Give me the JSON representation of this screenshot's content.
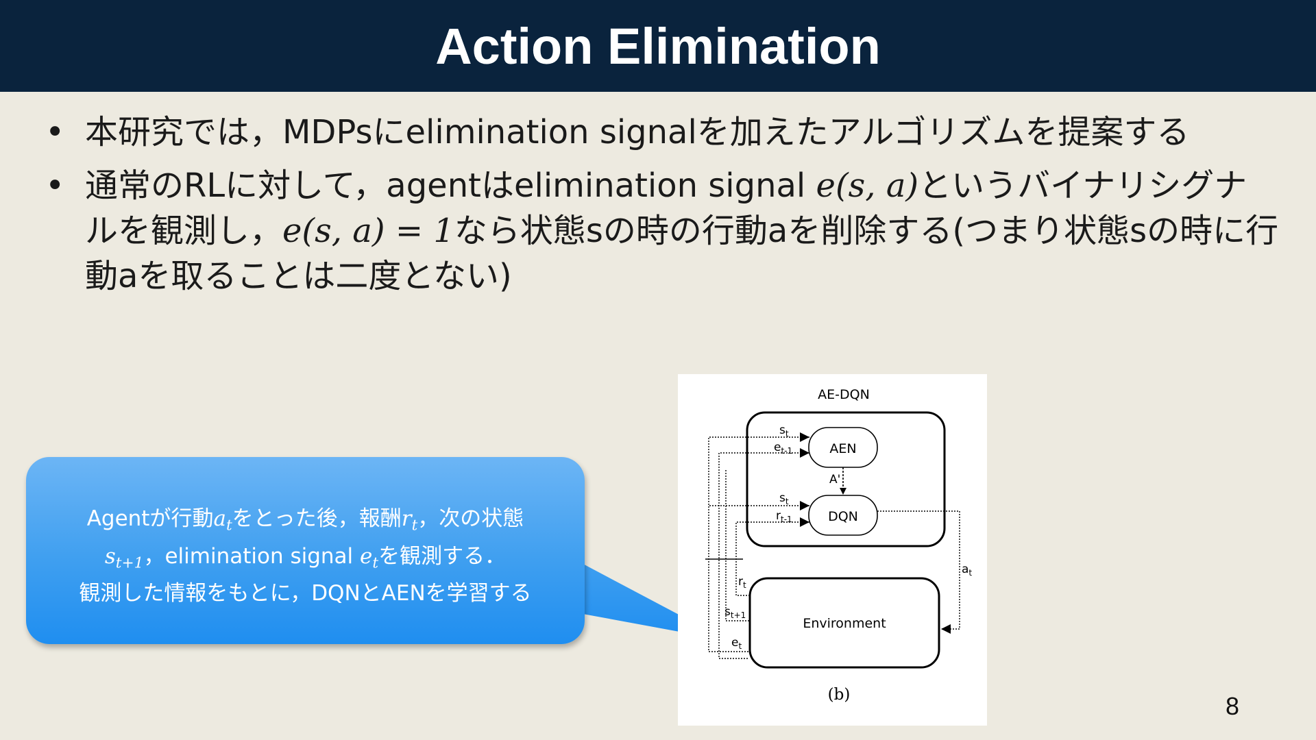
{
  "slide": {
    "title": "Action Elimination",
    "page_number": "8"
  },
  "bullets": {
    "b1": "本研究では，MDPsにelimination signalを加えたアルゴリズムを提案する",
    "b2_pre": "通常のRLに対して，agentはelimination signal ",
    "b2_math1": "e(s, a)",
    "b2_mid": "というバイナリシグナルを観測し，",
    "b2_math2": "e(s, a) = 1",
    "b2_post": "なら状態sの時の行動aを削除する(つまり状態sの時に行動aを取ることは二度とない)"
  },
  "callout": {
    "l1_a": "Agentが行動",
    "l1_m": "a",
    "l1_ms": "t",
    "l1_b": "をとった後，報酬",
    "l1_m2": "r",
    "l1_m2s": "t",
    "l1_c": "，次の状態",
    "l2_m": "s",
    "l2_ms": "t+1",
    "l2_a": "，elimination signal ",
    "l2_m2": "e",
    "l2_m2s": "t",
    "l2_b": "を観測する．",
    "l3": "観測した情報をもとに，DQNとAENを学習する"
  },
  "figure": {
    "title": "AE-DQN",
    "aen": "AEN",
    "dqn": "DQN",
    "environment": "Environment",
    "a_prime": "A'",
    "caption": "(b)",
    "lbl_s": "s",
    "lbl_e": "e",
    "lbl_r": "r",
    "lbl_a": "a",
    "sub_t": "t",
    "sub_tm1": "t-1",
    "sub_tp1": "t+1"
  }
}
